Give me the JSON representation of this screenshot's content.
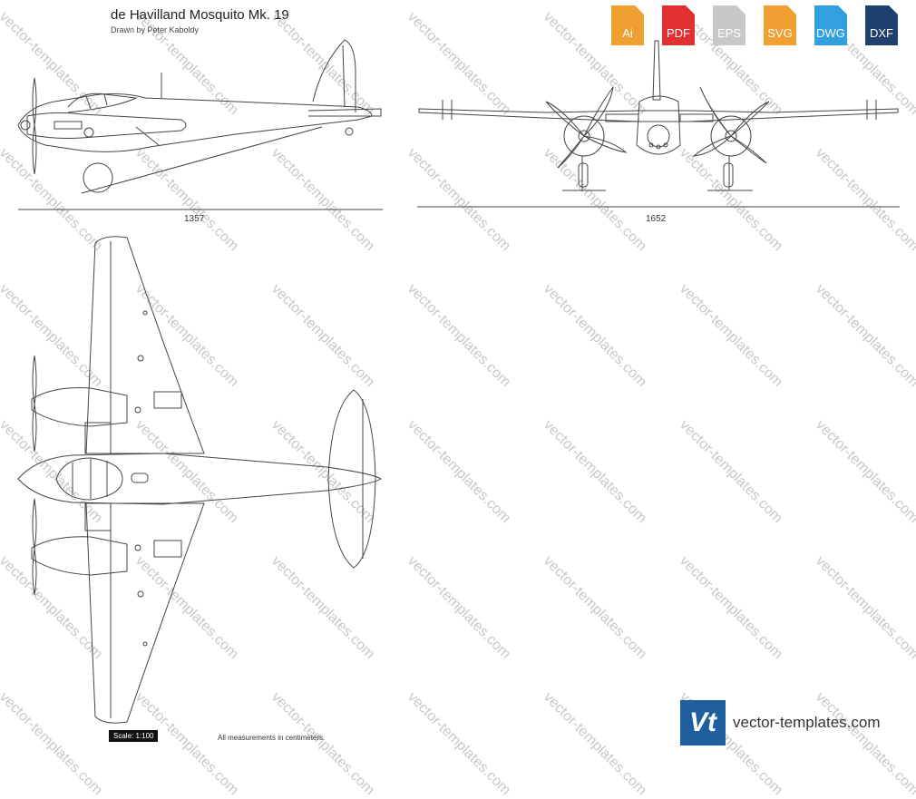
{
  "header": {
    "title": "de Havilland Mosquito Mk. 19",
    "credit": "Drawn by Peter Kaboldy"
  },
  "dimensions": {
    "side_length": "1357",
    "front_span": "1652"
  },
  "footer": {
    "scale": "Scale: 1:100",
    "measurements_note": "All measurements in centimeters."
  },
  "formats": [
    {
      "label": "Ai",
      "color": "#f0a030"
    },
    {
      "label": "PDF",
      "color": "#e03030"
    },
    {
      "label": "EPS",
      "color": "#c8c8c8"
    },
    {
      "label": "SVG",
      "color": "#f0a030"
    },
    {
      "label": "DWG",
      "color": "#30a0e0"
    },
    {
      "label": "DXF",
      "color": "#1f3f6f"
    }
  ],
  "brand": {
    "logo": "Vt",
    "site": "vector-templates.com"
  },
  "watermark": "vector-templates.com"
}
